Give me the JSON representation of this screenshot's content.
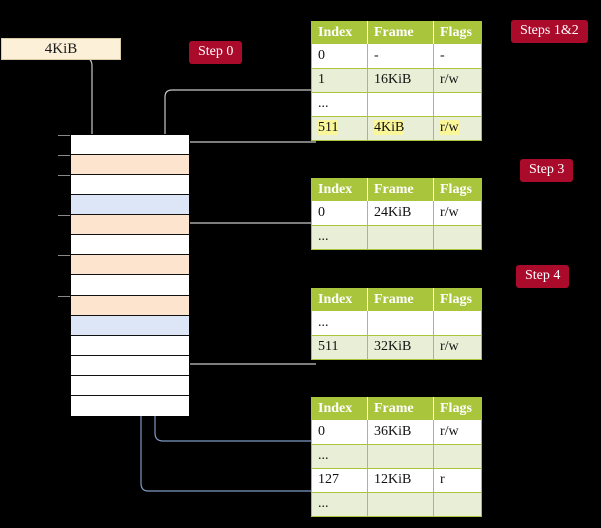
{
  "source_box": {
    "label": "4KiB"
  },
  "steps": [
    {
      "name": "step-0",
      "label": "Step 0"
    },
    {
      "name": "steps-1-2",
      "label": "Steps 1&2"
    },
    {
      "name": "step-3",
      "label": "Step 3"
    },
    {
      "name": "step-4",
      "label": "Step 4"
    }
  ],
  "columns": {
    "index": "Index",
    "frame": "Frame",
    "flags": "Flags"
  },
  "tables": [
    {
      "name": "page-table-level-4",
      "rows": [
        {
          "index": "0",
          "frame": "-",
          "flags": "-",
          "alt": false,
          "highlight": false
        },
        {
          "index": "1",
          "frame": "16KiB",
          "flags": "r/w",
          "alt": true,
          "highlight": false
        },
        {
          "index": "...",
          "frame": "",
          "flags": "",
          "alt": false,
          "highlight": false
        },
        {
          "index": "511",
          "frame": "4KiB",
          "flags": "r/w",
          "alt": true,
          "highlight": true
        }
      ]
    },
    {
      "name": "page-table-level-3",
      "rows": [
        {
          "index": "0",
          "frame": "24KiB",
          "flags": "r/w",
          "alt": false,
          "highlight": false
        },
        {
          "index": "...",
          "frame": "",
          "flags": "",
          "alt": true,
          "highlight": false
        }
      ]
    },
    {
      "name": "page-table-level-2",
      "rows": [
        {
          "index": "...",
          "frame": "",
          "flags": "",
          "alt": false,
          "highlight": false
        },
        {
          "index": "511",
          "frame": "32KiB",
          "flags": "r/w",
          "alt": true,
          "highlight": false
        }
      ]
    },
    {
      "name": "page-table-level-1",
      "rows": [
        {
          "index": "0",
          "frame": "36KiB",
          "flags": "r/w",
          "alt": false,
          "highlight": false
        },
        {
          "index": "...",
          "frame": "",
          "flags": "",
          "alt": true,
          "highlight": false
        },
        {
          "index": "127",
          "frame": "12KiB",
          "flags": "r",
          "alt": false,
          "highlight": false
        },
        {
          "index": "...",
          "frame": "",
          "flags": "",
          "alt": true,
          "highlight": false
        }
      ]
    }
  ],
  "memory_column": {
    "rows": [
      {
        "fill": "white",
        "tick": true
      },
      {
        "fill": "orange",
        "tick": true
      },
      {
        "fill": "white",
        "tick": true
      },
      {
        "fill": "blue",
        "tick": false
      },
      {
        "fill": "orange",
        "tick": true
      },
      {
        "fill": "white",
        "tick": false
      },
      {
        "fill": "orange",
        "tick": true
      },
      {
        "fill": "white",
        "tick": false
      },
      {
        "fill": "orange",
        "tick": true
      },
      {
        "fill": "blue",
        "tick": false
      },
      {
        "fill": "white",
        "tick": false
      },
      {
        "fill": "white",
        "tick": false
      },
      {
        "fill": "white",
        "tick": false
      },
      {
        "fill": "white",
        "tick": false
      }
    ]
  },
  "colors": {
    "background": "#000000",
    "chip": "#AB0B2B",
    "table_header": "#A8C53C",
    "table_alt_row": "#E9EFD6",
    "highlight": "#FAF79B",
    "frame_orange": "#FDE4CE",
    "frame_blue": "#DCE6F6",
    "source_box": "#FCF0D8",
    "arrow_down": "#C8C8C8",
    "arrow_up": "#7E99C4"
  }
}
